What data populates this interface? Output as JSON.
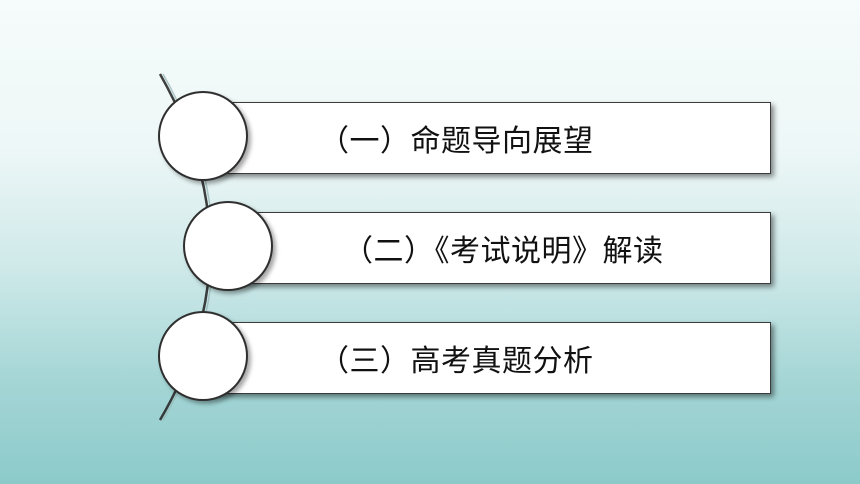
{
  "menu": {
    "items": [
      {
        "label": "（一）命题导向展望"
      },
      {
        "label": "（二）《考试说明》解读"
      },
      {
        "label": "（三）高考真题分析"
      }
    ]
  },
  "colors": {
    "background_top": "#f6fbfb",
    "background_bottom": "#8ccaca",
    "box_fill": "#ffffff",
    "border": "#3a3a3a",
    "text": "#111111"
  }
}
